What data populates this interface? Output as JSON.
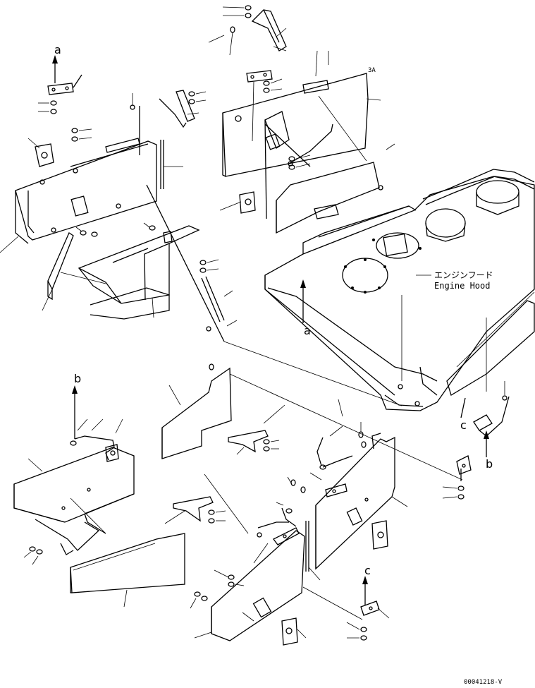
{
  "refs": {
    "a_top": "a",
    "a_hood": "a",
    "b_left": "b",
    "b_right": "b",
    "c_right": "c",
    "c_bottom": "c"
  },
  "section_mark": "3A",
  "callout": {
    "japanese": "エンジンフード",
    "english": "Engine Hood"
  },
  "drawing_code": "00041218-V"
}
